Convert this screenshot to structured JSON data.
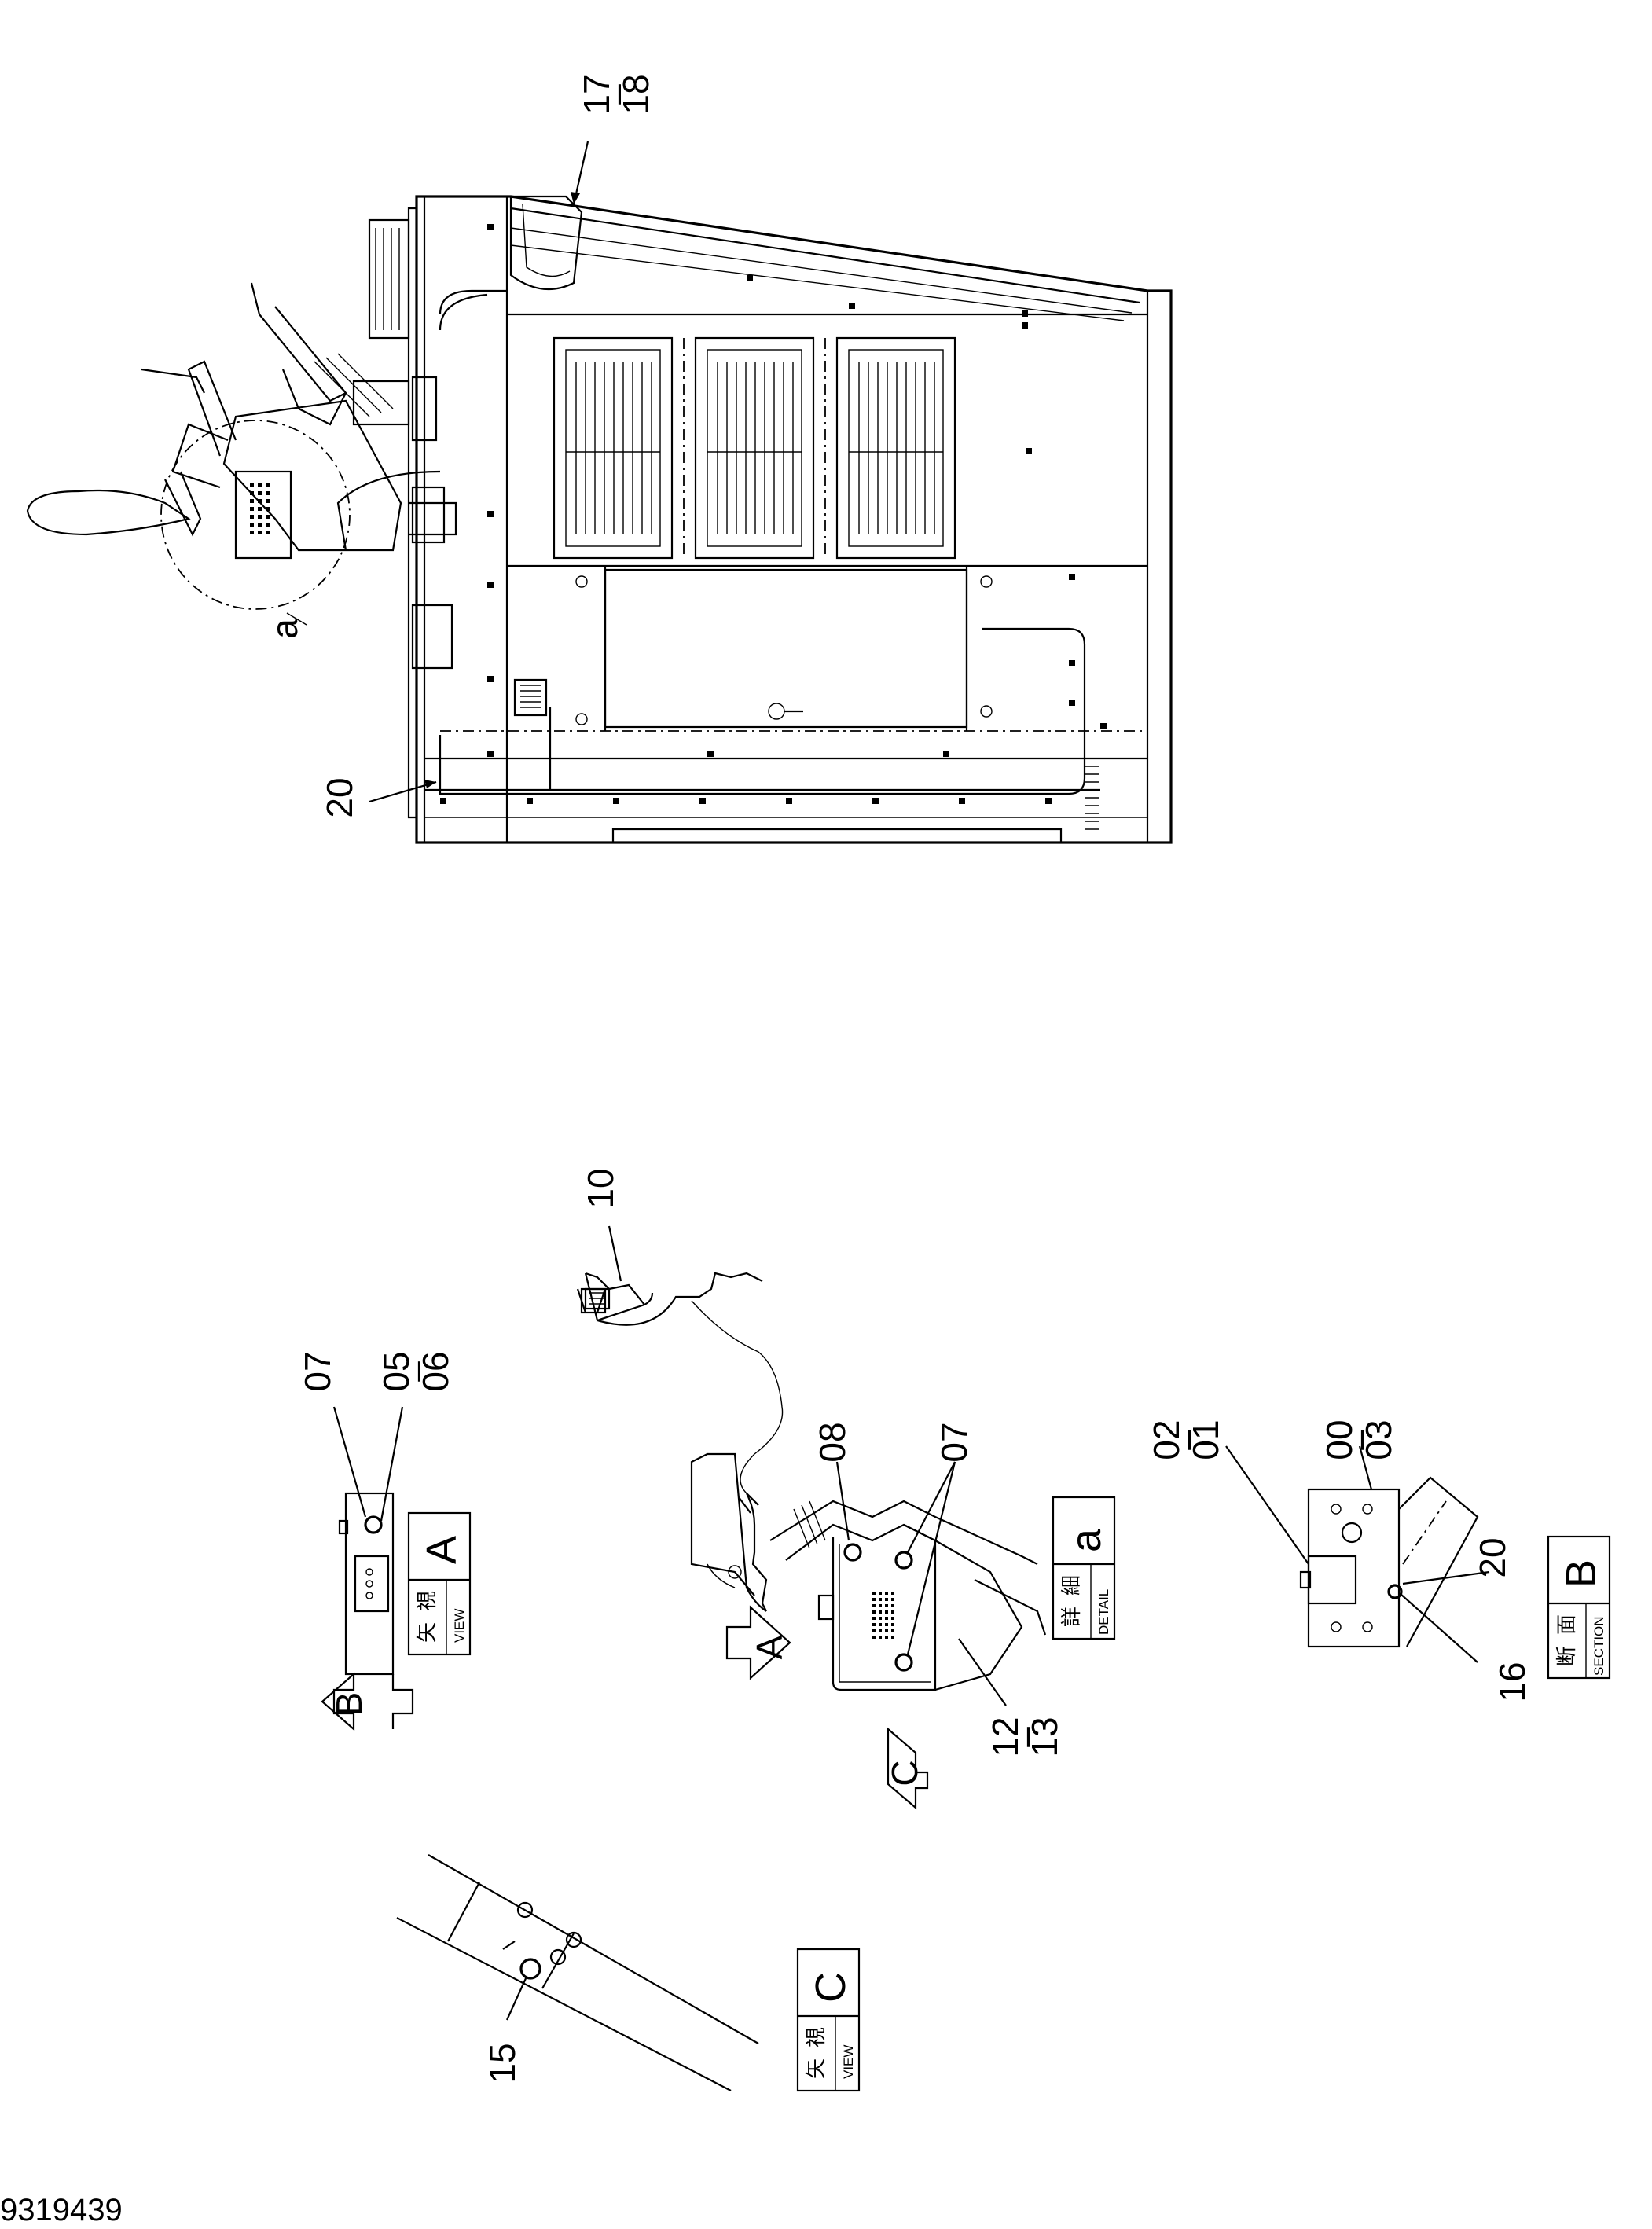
{
  "drawing_number": "9319439",
  "callouts": {
    "c17": "17",
    "c18": "18",
    "c20_main": "20",
    "c_a": "a",
    "c10": "10",
    "c07_view": "07",
    "c05": "05",
    "c06": "06",
    "c08": "08",
    "c07_detail": "07",
    "c12": "12",
    "c13": "13",
    "c02": "02",
    "c01": "01",
    "c00": "00",
    "c03": "03",
    "c20_section": "20",
    "c16": "16",
    "c15": "15"
  },
  "range_separator": "–",
  "arrows": {
    "view_a": "A",
    "view_b": "B",
    "view_c": "C"
  },
  "labels": {
    "view_a": {
      "kanji_1": "矢",
      "kanji_2": "視",
      "english": "VIEW",
      "letter": "A"
    },
    "detail_a": {
      "kanji_1": "詳",
      "kanji_2": "細",
      "english": "DETAIL",
      "letter": "a"
    },
    "section_b": {
      "kanji_1": "断",
      "kanji_2": "面",
      "english": "SECTION",
      "letter": "B"
    },
    "view_c": {
      "kanji_1": "矢",
      "kanji_2": "視",
      "english": "VIEW",
      "letter": "C"
    }
  }
}
